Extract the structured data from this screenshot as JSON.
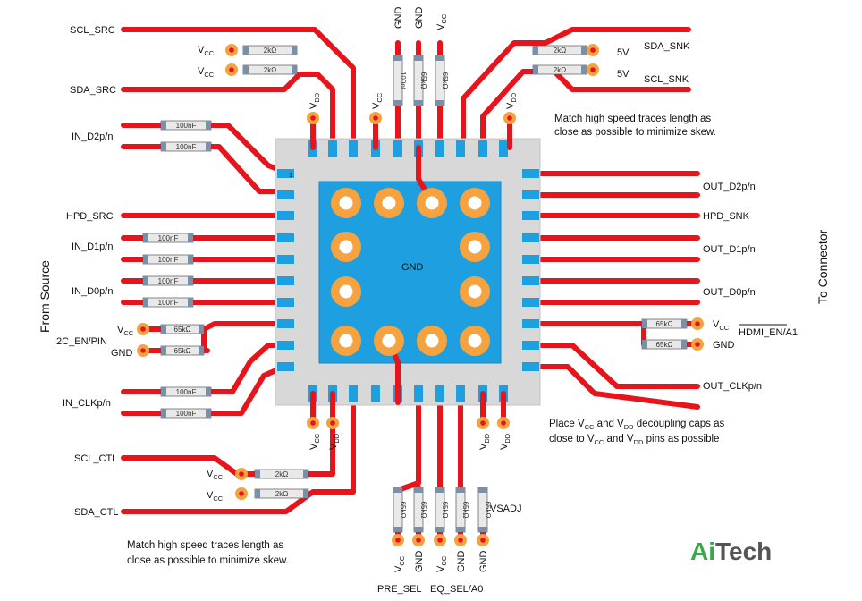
{
  "labels": {
    "scl_src": "SCL_SRC",
    "sda_src": "SDA_SRC",
    "in_d2": "IN_D2p/n",
    "hpd_src": "HPD_SRC",
    "in_d1": "IN_D1p/n",
    "in_d0": "IN_D0p/n",
    "i2c_en": "I2C_EN/PIN",
    "in_clk": "IN_CLKp/n",
    "scl_ctl": "SCL_CTL",
    "sda_ctl": "SDA_CTL",
    "sda_snk": "SDA_SNK",
    "scl_snk": "SCL_SNK",
    "out_d2": "OUT_D2p/n",
    "hpd_snk": "HPD_SNK",
    "out_d1": "OUT_D1p/n",
    "out_d0": "OUT_D0p/n",
    "hdmi_en": "HDMI_EN/A1",
    "out_clk": "OUT_CLKp/n",
    "gnd": "GND",
    "v5": "5V",
    "vsadj": "VSADJ",
    "pre_sel": "PRE_SEL",
    "eq_sel": "EQ_SEL/A0",
    "pad_gnd": "GND",
    "pin1": "1"
  },
  "power": {
    "v": "V",
    "cc": "CC",
    "dd": "DD"
  },
  "values": {
    "r2k": "2kΩ",
    "c100": "100nF",
    "r65": "65kΩ",
    "c100n": "100nf",
    "r65t": "65kΩ"
  },
  "side": {
    "left": "From Source",
    "right": "To Connector"
  },
  "notes": {
    "skew1": "Match high speed traces length as",
    "skew2": "close as possible to minimize skew.",
    "decap1_a": "Place V",
    "decap1_b": " and V",
    "decap1_c": " decoupling caps as",
    "decap2_a": "close to V",
    "decap2_b": " and V",
    "decap2_c": " pins as possible"
  },
  "logo": {
    "ai": "Ai",
    "tech": "Tech"
  },
  "colors": {
    "trace": "#e8141b",
    "pad": "#f5a340",
    "chip": "#d8d8d8",
    "blue": "#1ea0e0",
    "logo_green": "#3aa84a",
    "logo_gray": "#555555"
  }
}
